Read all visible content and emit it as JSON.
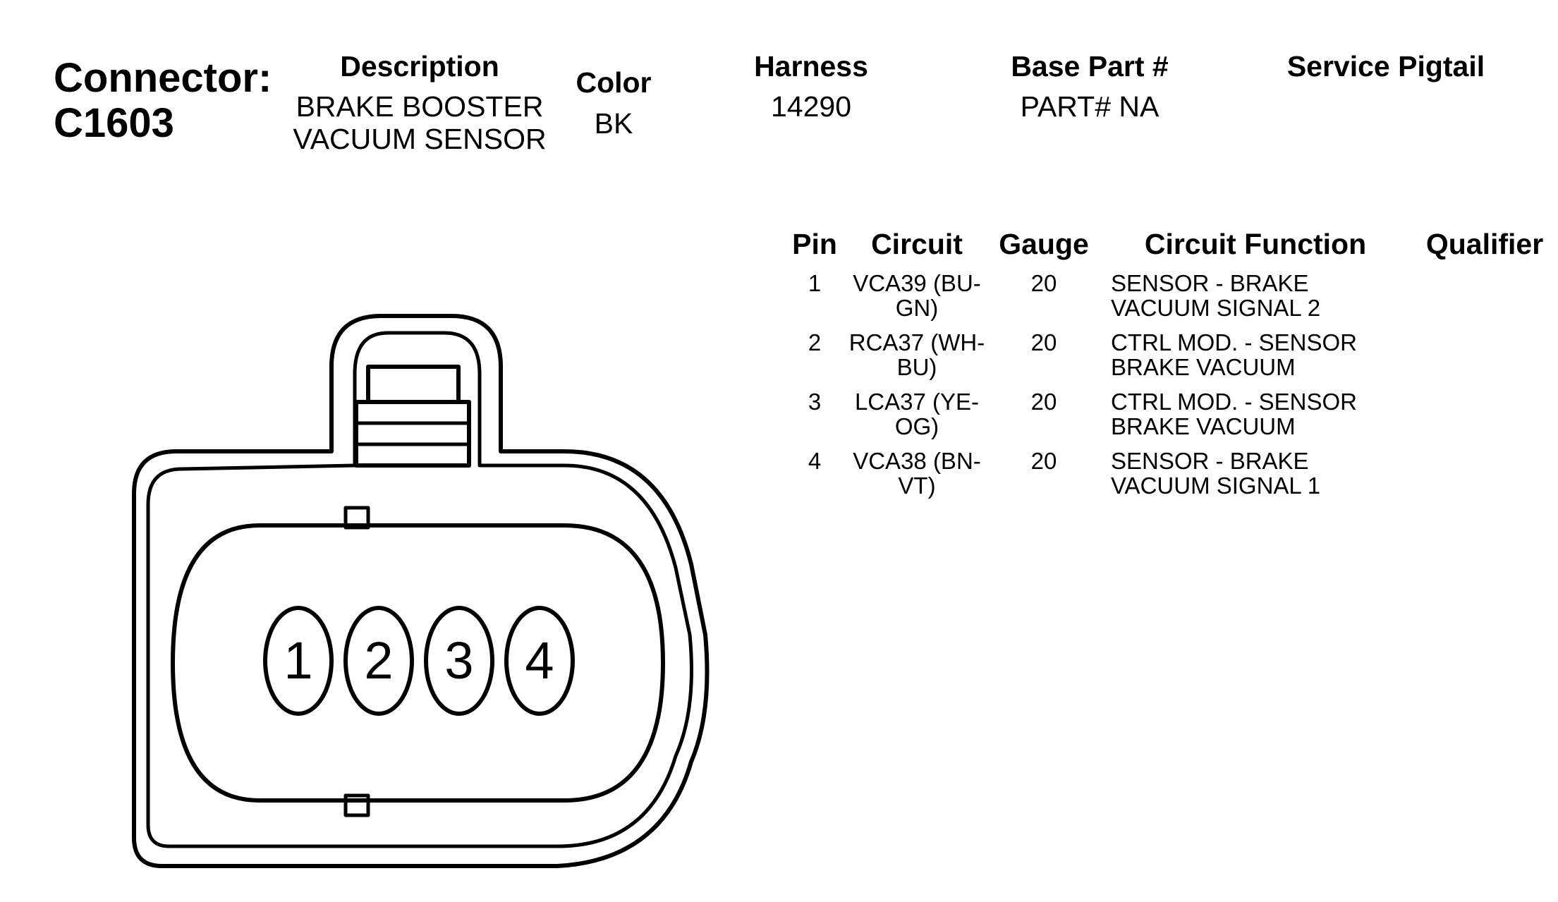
{
  "header": {
    "connector_label": "Connector:",
    "connector_id": "C1603",
    "description_header": "Description",
    "description_line1": "BRAKE BOOSTER",
    "description_line2": "VACUUM SENSOR",
    "color_header": "Color",
    "color_value": "BK",
    "harness_header": "Harness",
    "harness_value": "14290",
    "base_part_header": "Base Part #",
    "base_part_value": "PART# NA",
    "service_pigtail_header": "Service Pigtail"
  },
  "table": {
    "headers": {
      "pin": "Pin",
      "circuit": "Circuit",
      "gauge": "Gauge",
      "circuit_function": "Circuit Function",
      "qualifier": "Qualifier"
    },
    "rows": [
      {
        "pin": "1",
        "circuit_line1": "VCA39 (BU-",
        "circuit_line2": "GN)",
        "gauge": "20",
        "function_line1": "SENSOR - BRAKE",
        "function_line2": "VACUUM SIGNAL 2"
      },
      {
        "pin": "2",
        "circuit_line1": "RCA37 (WH-",
        "circuit_line2": "BU)",
        "gauge": "20",
        "function_line1": "CTRL MOD. - SENSOR",
        "function_line2": "BRAKE VACUUM"
      },
      {
        "pin": "3",
        "circuit_line1": "LCA37 (YE-",
        "circuit_line2": "OG)",
        "gauge": "20",
        "function_line1": "CTRL MOD. - SENSOR",
        "function_line2": "BRAKE VACUUM"
      },
      {
        "pin": "4",
        "circuit_line1": "VCA38 (BN-",
        "circuit_line2": "VT)",
        "gauge": "20",
        "function_line1": "SENSOR - BRAKE",
        "function_line2": "VACUUM SIGNAL 1"
      }
    ]
  },
  "connector_face": {
    "pins": [
      "1",
      "2",
      "3",
      "4"
    ]
  }
}
